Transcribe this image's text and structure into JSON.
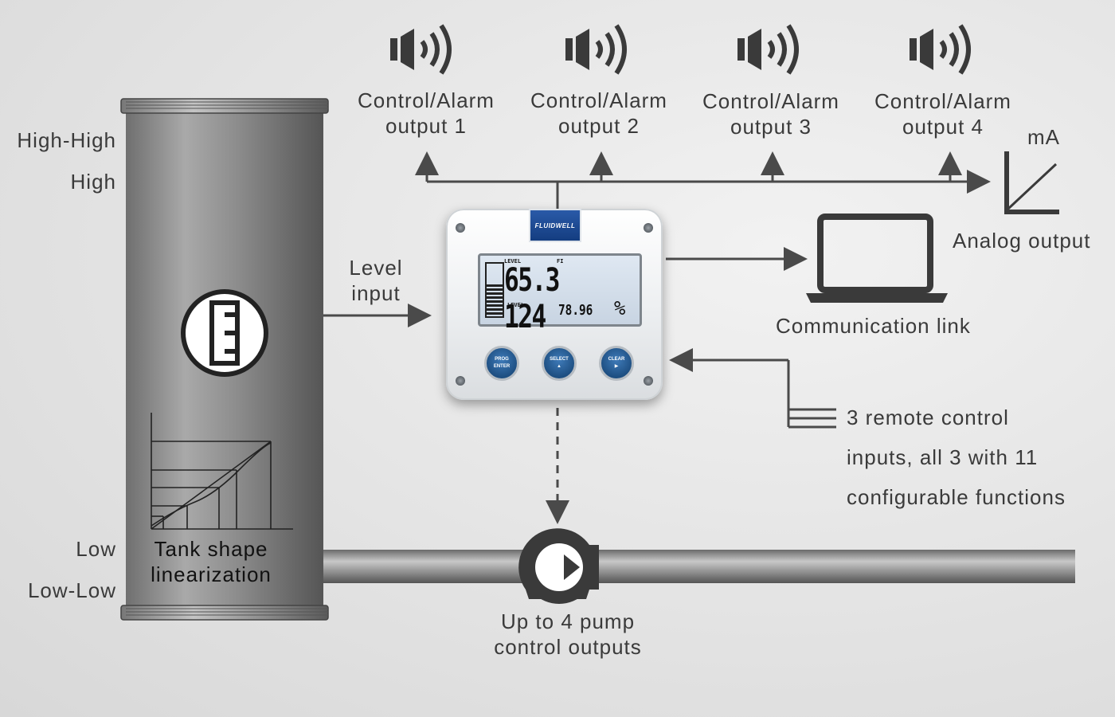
{
  "levels": {
    "high_high": "High-High",
    "high": "High",
    "low": "Low",
    "low_low": "Low-Low"
  },
  "tank": {
    "linearization_line1": "Tank shape",
    "linearization_line2": "linearization"
  },
  "outputs": [
    {
      "line1": "Control/Alarm",
      "line2": "output 1"
    },
    {
      "line1": "Control/Alarm",
      "line2": "output 2"
    },
    {
      "line1": "Control/Alarm",
      "line2": "output 3"
    },
    {
      "line1": "Control/Alarm",
      "line2": "output 4"
    }
  ],
  "analog": {
    "unit": "mA",
    "label": "Analog output"
  },
  "level_input": {
    "line1": "Level",
    "line2": "input"
  },
  "communication": {
    "label": "Communication link"
  },
  "remote": {
    "line1": "3 remote control",
    "line2": "inputs, all 3 with 11",
    "line3": "configurable functions"
  },
  "pump": {
    "line1": "Up to 4 pump",
    "line2": "control outputs"
  },
  "device": {
    "brand": "FLUIDWELL",
    "lcd_label_level": "LEVEL",
    "lcd_label_fl": "FI",
    "lcd_main_value": "65.3 124",
    "lcd_label_level2": "LEVEL",
    "lcd_secondary_value": "78.96",
    "lcd_unit": "%",
    "buttons": [
      {
        "top": "PROG",
        "bottom": "ENTER"
      },
      {
        "top": "SELECT",
        "bottom": "▲"
      },
      {
        "top": "CLEAR",
        "bottom": "▶"
      }
    ]
  },
  "colors": {
    "line": "#4a4a4a",
    "tank": "#8a8a8a",
    "device_button": "#1e4f82"
  }
}
